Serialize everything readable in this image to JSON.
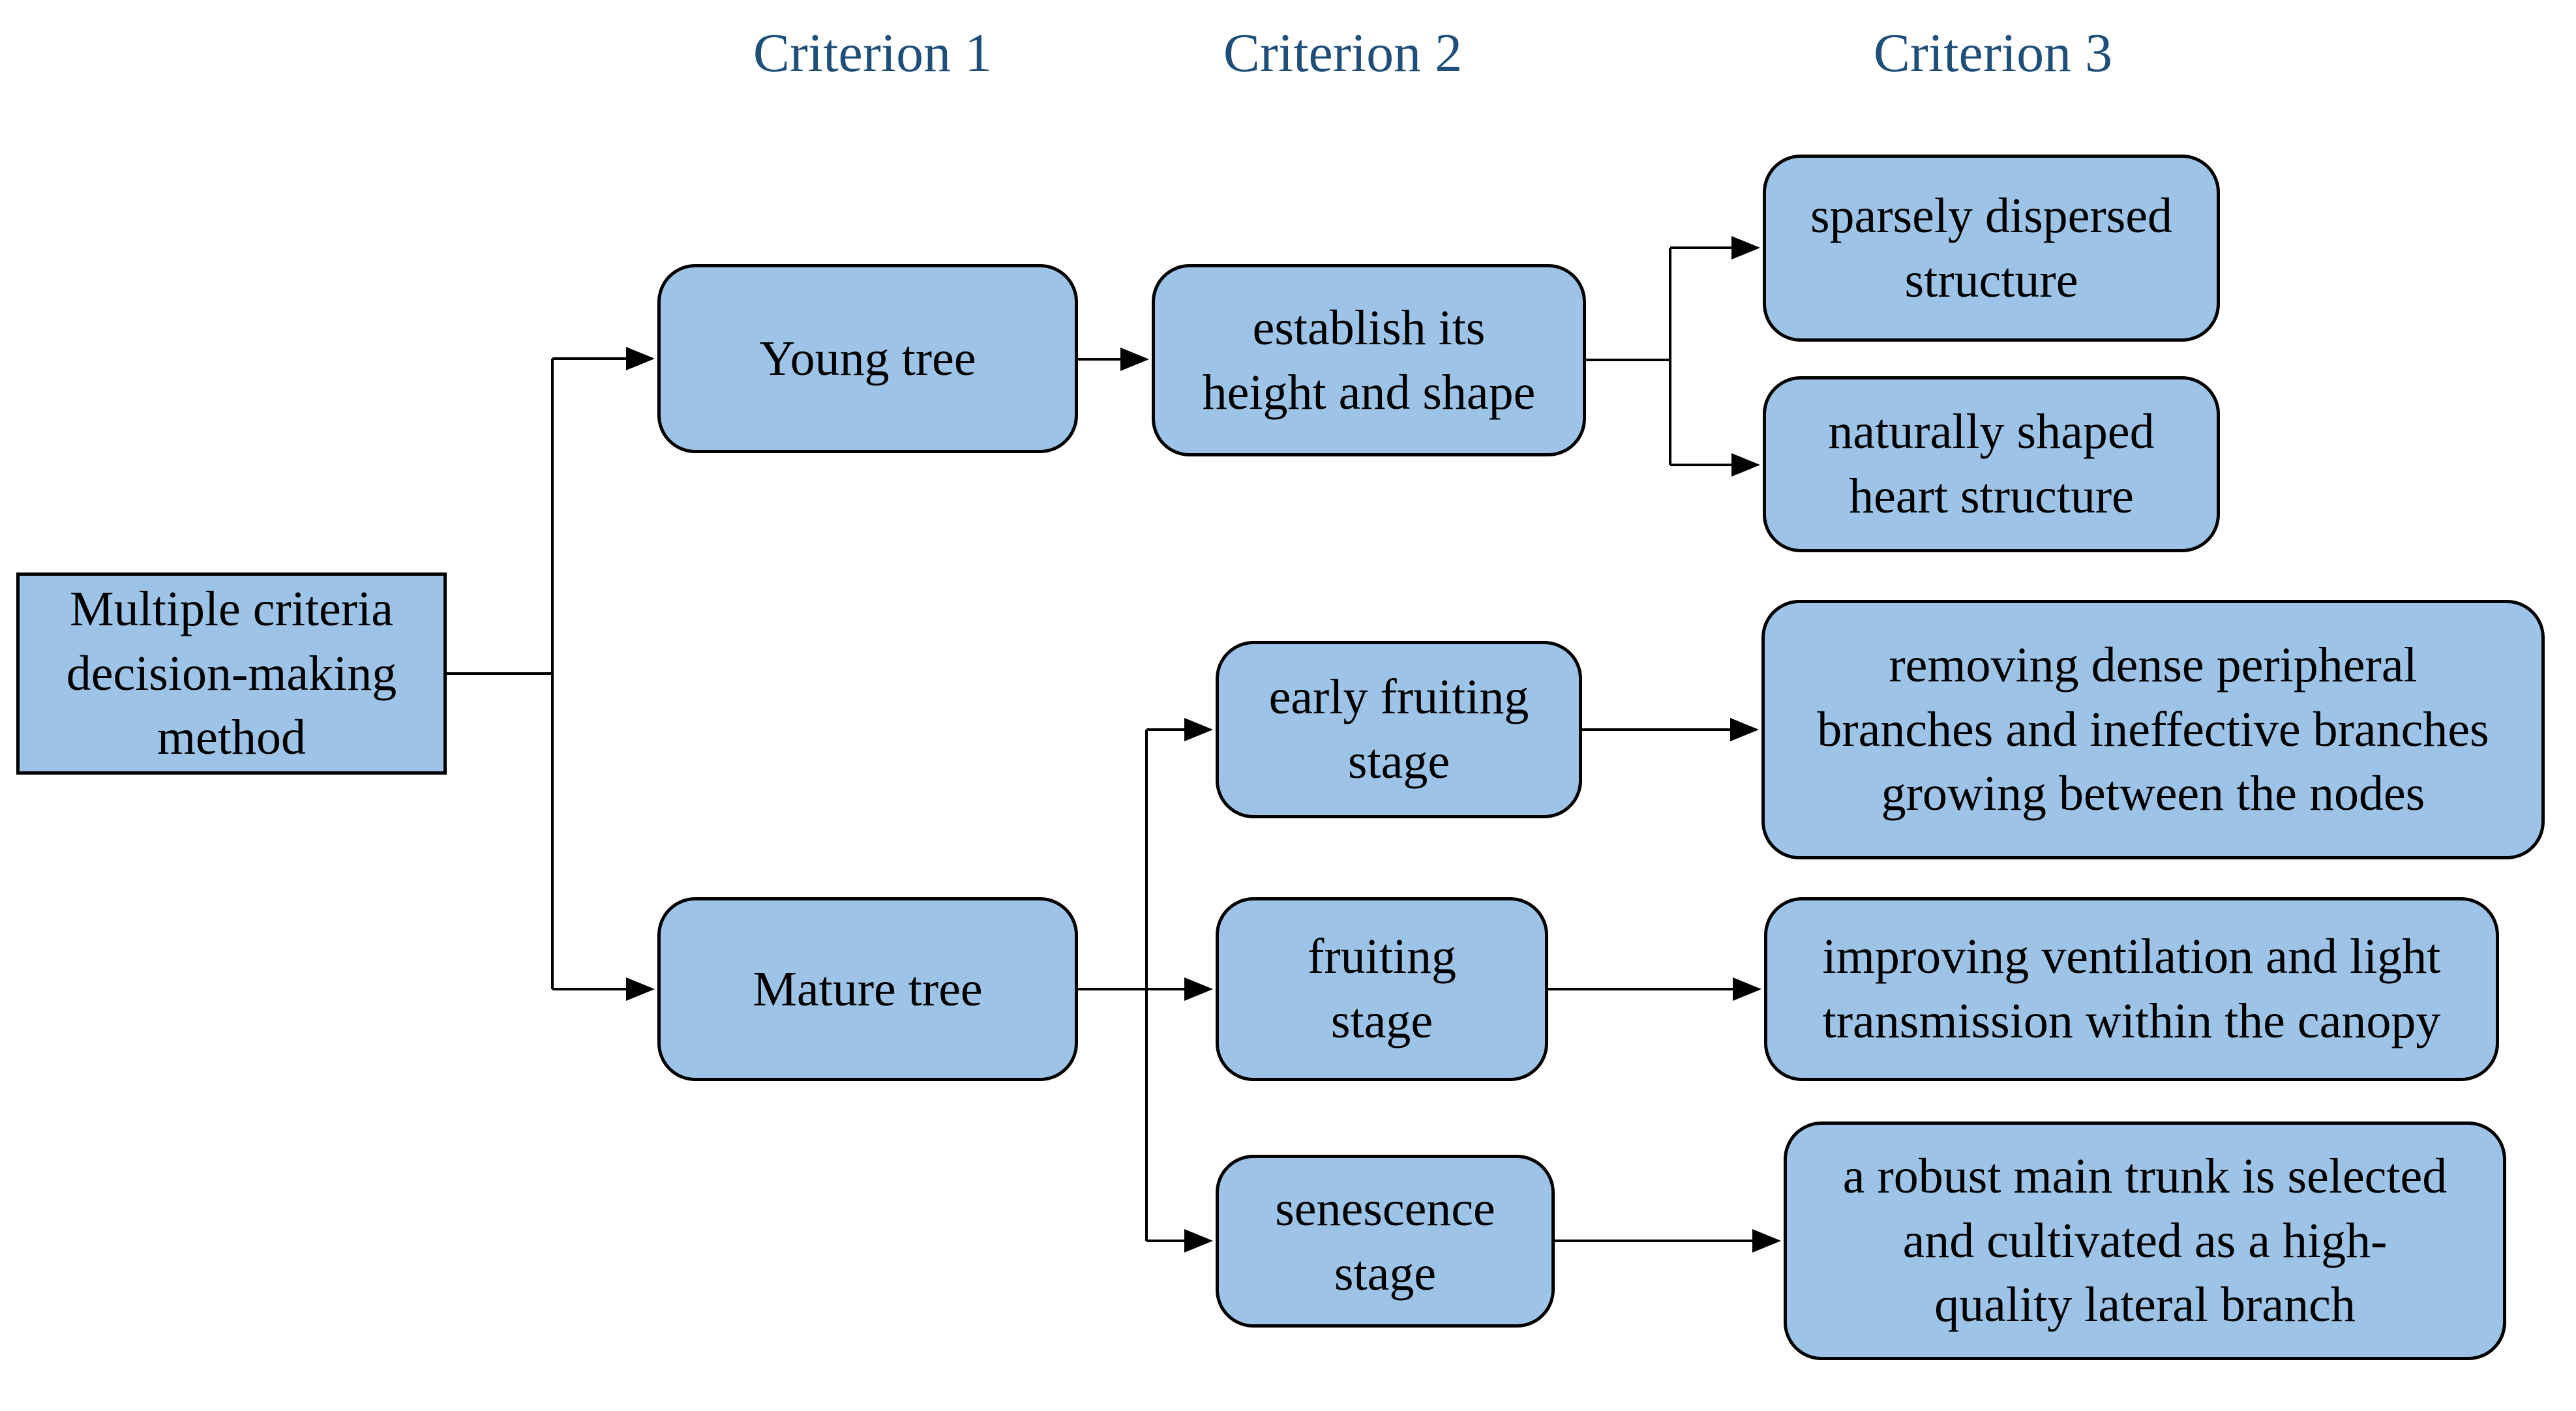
{
  "diagram": {
    "colors": {
      "node_fill": "#9dc3e6",
      "node_border": "#000000",
      "node_text": "#000000",
      "header_text": "#1f4e79",
      "connector": "#000000",
      "background": "#ffffff"
    },
    "column_headers": [
      {
        "label": "Criterion 1"
      },
      {
        "label": "Criterion 2"
      },
      {
        "label": "Criterion 3"
      }
    ],
    "nodes": {
      "root": {
        "label": "Multiple criteria\ndecision-making\nmethod"
      },
      "young_tree": {
        "label": "Young tree"
      },
      "establish": {
        "label": "establish its\nheight and shape"
      },
      "sparsely": {
        "label": "sparsely dispersed\nstructure"
      },
      "naturally": {
        "label": "naturally shaped\nheart structure"
      },
      "early_fruiting": {
        "label": "early fruiting\nstage"
      },
      "removing": {
        "label": "removing dense peripheral\nbranches and ineffective branches\ngrowing between the nodes"
      },
      "mature_tree": {
        "label": "Mature tree"
      },
      "fruiting": {
        "label": "fruiting\nstage"
      },
      "improving": {
        "label": "improving ventilation and light\ntransmission within the canopy"
      },
      "senescence": {
        "label": "senescence\nstage"
      },
      "robust": {
        "label": "a robust main trunk is selected\nand cultivated as a high-\nquality lateral branch"
      }
    }
  }
}
